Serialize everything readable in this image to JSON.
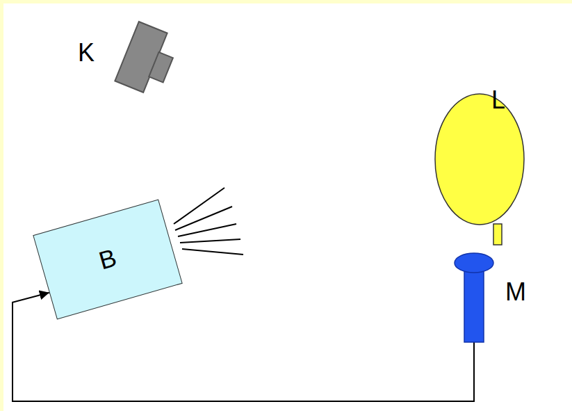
{
  "diagram": {
    "nodes": [
      {
        "text": [
          "L"
        ]
      },
      {
        "text": [
          "B"
        ]
      },
      {
        "text": [
          "M"
        ]
      }
    ],
    "edges": [
      {
        "from": 2,
        "to": 1,
        "arrow": "to"
      }
    ],
    "labels": [
      "K"
    ]
  }
}
